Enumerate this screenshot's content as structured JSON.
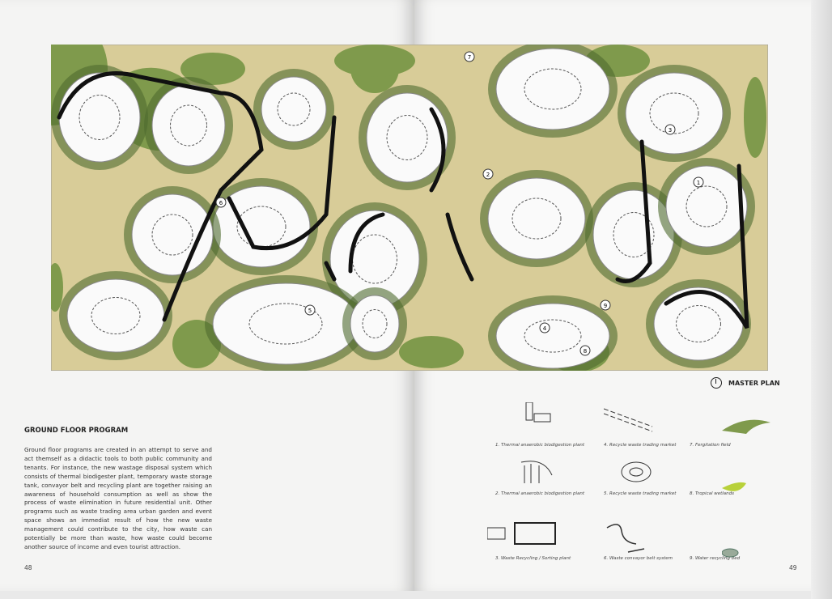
{
  "left_page": {
    "heading": "GROUND FLOOR PROGRAM",
    "body": "Ground floor programs are created in an  attempt to serve and act themself as a didactic tools to both public community and tenants. For instance, the new wastage disposal system which consists of thermal biodigester plant, temporary waste storage tank, convayor belt and recycling plant are together raising  an awareness of household consumption as well as show the process of waste elimination in future residential unit. Other programs such as waste trading area urban garden and event space shows an immediat result of how the new waste management could contribute to the city, how waste can potentially be more than waste, how waste could become another source of income and even tourist attraction.",
    "page_number": "48"
  },
  "right_page": {
    "plan_title": "MASTER PLAN",
    "page_number": "49",
    "legend": [
      {
        "label": "1. Thermal anaerobic biodigestion plant",
        "icon": "tank-icon"
      },
      {
        "label": "2. Thermal anaerobic biodigestion plant",
        "icon": "curved-plant-icon"
      },
      {
        "label": "3. Waste Recycling / Sorting plant",
        "icon": "sorting-plant-icon"
      },
      {
        "label": "4. Recycle waste trading market",
        "icon": "market-stalls-icon"
      },
      {
        "label": "5. Recycle waste trading market",
        "icon": "oval-market-icon"
      },
      {
        "label": "6. Waste convayor belt system",
        "icon": "conveyor-icon"
      },
      {
        "label": "7. Fergitation field",
        "icon": "field-icon"
      },
      {
        "label": "8. Tropical wetlands",
        "icon": "wetland-icon"
      },
      {
        "label": "9. Water recycling bed",
        "icon": "water-bed-icon"
      }
    ],
    "plan_markers": [
      "1",
      "2",
      "3",
      "4",
      "5",
      "6",
      "7",
      "8",
      "9"
    ]
  },
  "colors": {
    "ground": "#d8cc98",
    "green": "#7f9a4c",
    "dark_green": "#4f6b2e",
    "wetland": "#b8d13a"
  }
}
